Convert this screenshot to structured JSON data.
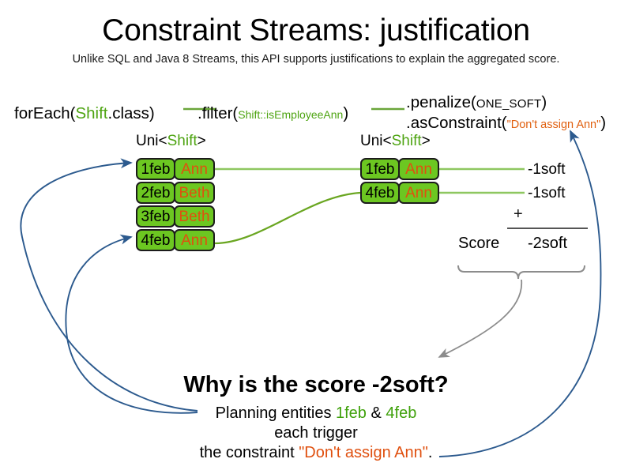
{
  "header": {
    "title": "Constraint Streams: justification",
    "subtitle": "Unlike SQL and Java 8 Streams, this API supports justifications to explain the aggregated score."
  },
  "code_pipeline": {
    "foreach": {
      "method": "forEach(",
      "type": "Shift",
      "suffix": ".class)"
    },
    "filter": {
      "method": ".filter(",
      "method_ref": "Shift::isEmployeeAnn",
      "suffix": ")"
    },
    "penalize": {
      "method": ".penalize(",
      "argument": "ONE_SOFT",
      "suffix": ")"
    },
    "as_constraint": {
      "method": ".asConstraint(",
      "argument": "\"Don't assign Ann\"",
      "suffix": ")"
    }
  },
  "streams": {
    "left": {
      "label_prefix": "Uni<",
      "label_type": "Shift",
      "label_suffix": ">",
      "rows": [
        {
          "date": "1feb",
          "employee": "Ann"
        },
        {
          "date": "2feb",
          "employee": "Beth"
        },
        {
          "date": "3feb",
          "employee": "Beth"
        },
        {
          "date": "4feb",
          "employee": "Ann"
        }
      ]
    },
    "right": {
      "label_prefix": "Uni<",
      "label_type": "Shift",
      "label_suffix": ">",
      "rows": [
        {
          "date": "1feb",
          "employee": "Ann"
        },
        {
          "date": "4feb",
          "employee": "Ann"
        }
      ]
    }
  },
  "score_panel": {
    "impacts": [
      "-1soft",
      "-1soft"
    ],
    "operator": "+",
    "score_label": "Score",
    "total": "-2soft"
  },
  "explanation": {
    "heading": "Why is the score -2soft?",
    "line1_prefix": "Planning entities ",
    "line1_entity_a": "1feb",
    "line1_amp": " & ",
    "line1_entity_b": "4feb",
    "line2": "each trigger",
    "line3_prefix": "the constraint ",
    "line3_constraint": "\"Don't assign Ann\"",
    "line3_suffix": "."
  },
  "colors": {
    "cell_green": "#6cc721",
    "cell_border": "#1c1c1c",
    "employee_orange": "#e0500f",
    "type_green": "#4ea412",
    "connector_green": "#8ec760",
    "justification_blue": "#2c5a8e",
    "brace_gray": "#8c8c8c"
  }
}
